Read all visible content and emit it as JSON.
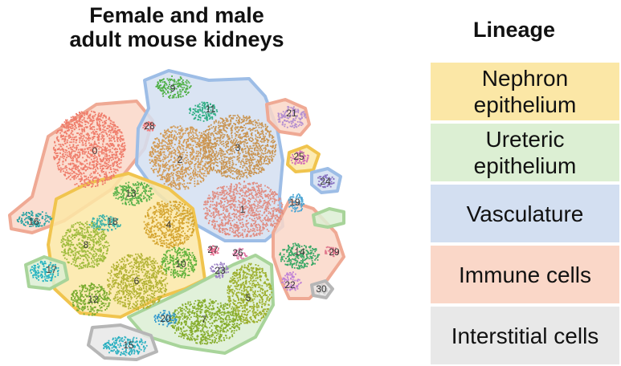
{
  "title": {
    "line1": "Female and male",
    "line2": "adult mouse kidneys"
  },
  "legend": {
    "title": "Lineage",
    "items": [
      {
        "line1": "Nephron",
        "line2": "epithelium",
        "color": "#fbe7a6"
      },
      {
        "line1": "Ureteric",
        "line2": "epithelium",
        "color": "#dcefd3"
      },
      {
        "line1": "Vasculature",
        "line2": "",
        "color": "#d3dff1"
      },
      {
        "line1": "Immune cells",
        "line2": "",
        "color": "#fad7c8"
      },
      {
        "line1": "Interstitial cells",
        "line2": "",
        "color": "#e8e8e8"
      }
    ]
  },
  "clusters": [
    {
      "label": "0",
      "color": "#ef7d6b"
    },
    {
      "label": "1",
      "color": "#e08d82"
    },
    {
      "label": "2",
      "color": "#d29a55"
    },
    {
      "label": "3",
      "color": "#c99451"
    },
    {
      "label": "4",
      "color": "#d5a530"
    },
    {
      "label": "5",
      "color": "#9caf2c"
    },
    {
      "label": "6",
      "color": "#b3b335"
    },
    {
      "label": "7",
      "color": "#86ad2c"
    },
    {
      "label": "8",
      "color": "#9fbb3c"
    },
    {
      "label": "9",
      "color": "#4fb046"
    },
    {
      "label": "10",
      "color": "#63b33d"
    },
    {
      "label": "11",
      "color": "#2fae84"
    },
    {
      "label": "12",
      "color": "#7aac2f"
    },
    {
      "label": "13",
      "color": "#58b149"
    },
    {
      "label": "14",
      "color": "#39a866"
    },
    {
      "label": "15",
      "color": "#2bb0c1"
    },
    {
      "label": "16",
      "color": "#2ba3a3"
    },
    {
      "label": "17",
      "color": "#25b3c1"
    },
    {
      "label": "18",
      "color": "#3fb3a9"
    },
    {
      "label": "19",
      "color": "#4aa5d4"
    },
    {
      "label": "20",
      "color": "#3399cc"
    },
    {
      "label": "21",
      "color": "#b48fd0"
    },
    {
      "label": "22",
      "color": "#c182d6"
    },
    {
      "label": "23",
      "color": "#9d84c6"
    },
    {
      "label": "24",
      "color": "#8570c0"
    },
    {
      "label": "25",
      "color": "#d26fb8"
    },
    {
      "label": "26",
      "color": "#e27aa8"
    },
    {
      "label": "27",
      "color": "#e56b8e"
    },
    {
      "label": "28",
      "color": "#f07a7a"
    },
    {
      "label": "29",
      "color": "#e0768c"
    },
    {
      "label": "30",
      "color": "#cccccc"
    }
  ]
}
